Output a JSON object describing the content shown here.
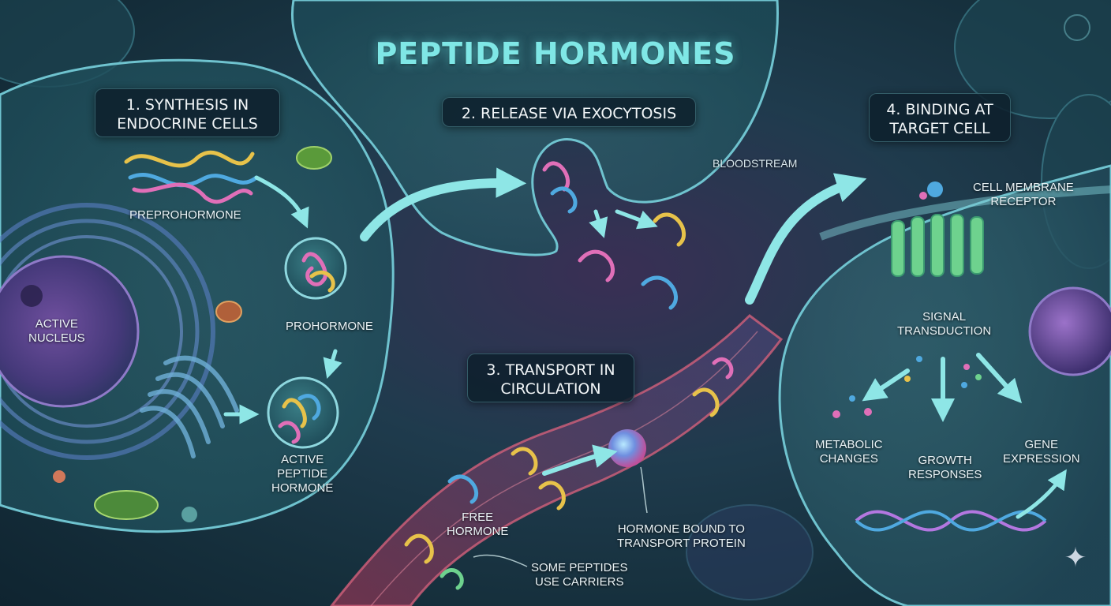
{
  "title": "PEPTIDE HORMONES",
  "steps": {
    "synthesis": [
      "1. SYNTHESIS IN",
      "ENDOCRINE CELLS"
    ],
    "release": "2. RELEASE VIA EXOCYTOSIS",
    "transport": [
      "3. TRANSPORT IN",
      "CIRCULATION"
    ],
    "binding": [
      "4. BINDING AT",
      "TARGET CELL"
    ]
  },
  "labels": {
    "preprohormone": "PREPROHORMONE",
    "prohormone": "PROHORMONE",
    "active_nucleus": [
      "ACTIVE",
      "NUCLEUS"
    ],
    "active_peptide": [
      "ACTIVE",
      "PEPTIDE",
      "HORMONE"
    ],
    "bloodstream": "BLOODSTREAM",
    "free_hormone": [
      "FREE",
      "HORMONE"
    ],
    "bound_hormone": [
      "HORMONE BOUND TO",
      "TRANSPORT PROTEIN"
    ],
    "carriers": [
      "SOME PEPTIDES",
      "USE CARRIERS"
    ],
    "receptor": [
      "CELL MEMBRANE",
      "RECEPTOR"
    ],
    "signal": [
      "SIGNAL",
      "TRANSDUCTION"
    ],
    "metabolic": [
      "METABOLIC",
      "CHANGES"
    ],
    "growth": [
      "GROWTH",
      "RESPONSES"
    ],
    "gene": [
      "GENE",
      "EXPRESSION"
    ]
  },
  "colors": {
    "title": "#7fe7e6",
    "arrow": "#8ee6e6",
    "cell_membrane": "#5fb9c9",
    "blood_vessel": "#d2607a",
    "peptide_pink": "#e06fb8",
    "peptide_yellow": "#e7c24a",
    "peptide_blue": "#4fa9e0",
    "peptide_green": "#6ed28e"
  },
  "icons": {
    "watermark": "sparkle-icon"
  }
}
